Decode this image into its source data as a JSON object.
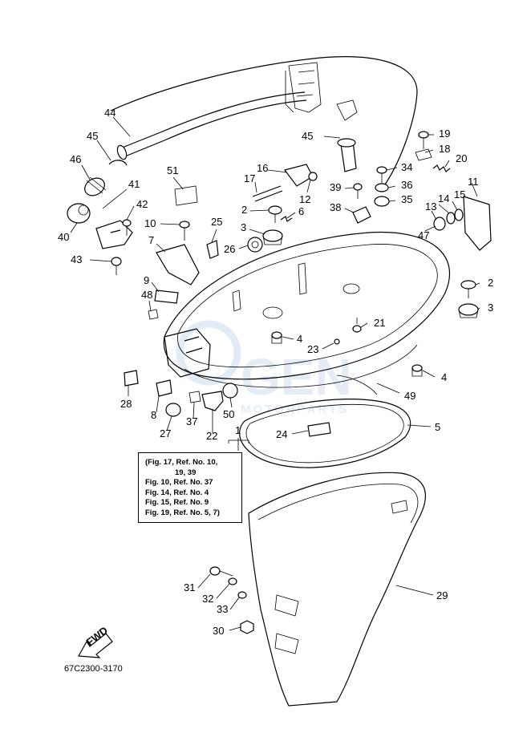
{
  "diagram": {
    "drawing_code": "67C2300-3170",
    "direction_arrow_label": "FWD",
    "watermark_main": "GEN",
    "watermark_sub": "MOTORPARTS",
    "note_lines": [
      "(Fig. 17, Ref. No. 10,",
      "              19, 39",
      "Fig. 10, Ref. No. 37",
      "Fig. 14, Ref. No. 4",
      "Fig. 15, Ref. No. 9",
      "Fig. 19, Ref. No. 5, 7)"
    ],
    "callouts": [
      {
        "id": "44",
        "text": "44"
      },
      {
        "id": "45a",
        "text": "45"
      },
      {
        "id": "45b",
        "text": "45"
      },
      {
        "id": "46",
        "text": "46"
      },
      {
        "id": "41",
        "text": "41"
      },
      {
        "id": "40",
        "text": "40"
      },
      {
        "id": "42",
        "text": "42"
      },
      {
        "id": "43",
        "text": "43"
      },
      {
        "id": "51",
        "text": "51"
      },
      {
        "id": "10",
        "text": "10"
      },
      {
        "id": "25",
        "text": "25"
      },
      {
        "id": "7",
        "text": "7"
      },
      {
        "id": "26",
        "text": "26"
      },
      {
        "id": "9",
        "text": "9"
      },
      {
        "id": "48",
        "text": "48"
      },
      {
        "id": "16",
        "text": "16"
      },
      {
        "id": "17",
        "text": "17"
      },
      {
        "id": "12",
        "text": "12"
      },
      {
        "id": "2a",
        "text": "2"
      },
      {
        "id": "6",
        "text": "6"
      },
      {
        "id": "3a",
        "text": "3"
      },
      {
        "id": "19",
        "text": "19"
      },
      {
        "id": "18",
        "text": "18"
      },
      {
        "id": "20",
        "text": "20"
      },
      {
        "id": "34",
        "text": "34"
      },
      {
        "id": "39",
        "text": "39"
      },
      {
        "id": "36",
        "text": "36"
      },
      {
        "id": "35",
        "text": "35"
      },
      {
        "id": "38",
        "text": "38"
      },
      {
        "id": "11",
        "text": "11"
      },
      {
        "id": "14",
        "text": "14"
      },
      {
        "id": "15",
        "text": "15"
      },
      {
        "id": "13",
        "text": "13"
      },
      {
        "id": "47",
        "text": "47"
      },
      {
        "id": "2b",
        "text": "2"
      },
      {
        "id": "3b",
        "text": "3"
      },
      {
        "id": "21",
        "text": "21"
      },
      {
        "id": "4a",
        "text": "4"
      },
      {
        "id": "23",
        "text": "23"
      },
      {
        "id": "4b",
        "text": "4"
      },
      {
        "id": "49",
        "text": "49"
      },
      {
        "id": "28",
        "text": "28"
      },
      {
        "id": "8",
        "text": "8"
      },
      {
        "id": "50",
        "text": "50"
      },
      {
        "id": "37",
        "text": "37"
      },
      {
        "id": "27",
        "text": "27"
      },
      {
        "id": "22",
        "text": "22"
      },
      {
        "id": "5",
        "text": "5"
      },
      {
        "id": "24",
        "text": "24"
      },
      {
        "id": "1",
        "text": "1"
      },
      {
        "id": "29",
        "text": "29"
      },
      {
        "id": "31",
        "text": "31"
      },
      {
        "id": "32",
        "text": "32"
      },
      {
        "id": "33",
        "text": "33"
      },
      {
        "id": "30",
        "text": "30"
      }
    ]
  }
}
